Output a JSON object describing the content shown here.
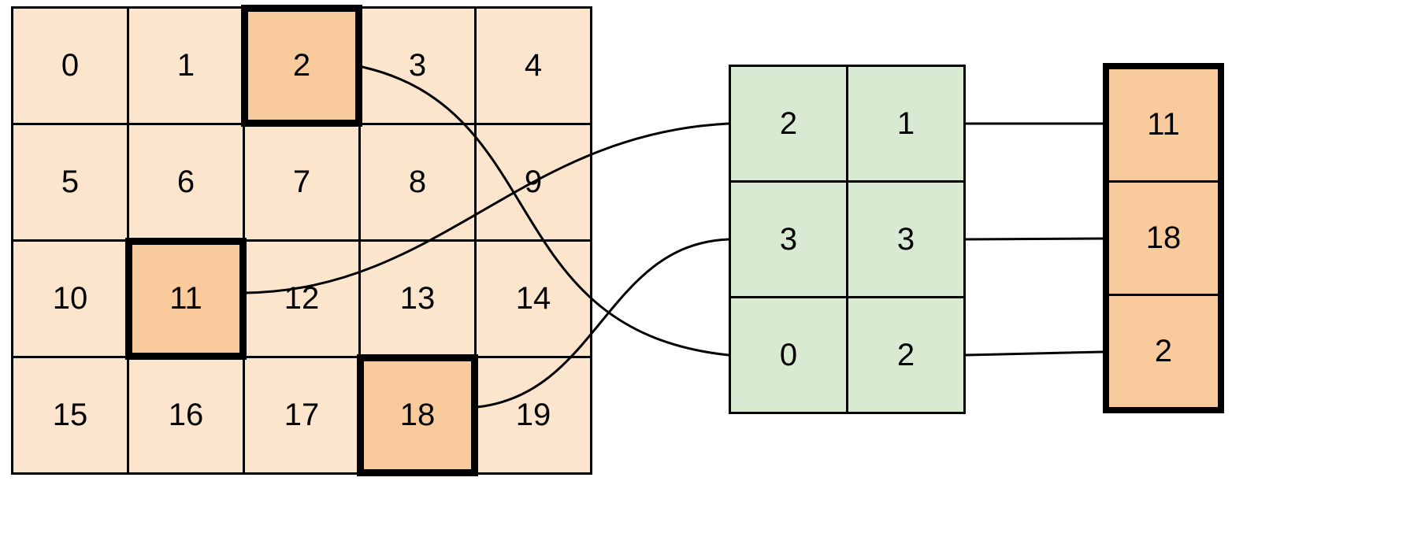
{
  "grid": {
    "rows": 4,
    "cols": 5,
    "cells": [
      0,
      1,
      2,
      3,
      4,
      5,
      6,
      7,
      8,
      9,
      10,
      11,
      12,
      13,
      14,
      15,
      16,
      17,
      18,
      19
    ],
    "highlighted": [
      2,
      11,
      18
    ],
    "cell_color": "#fce5cd",
    "highlight_color": "#f9cb9c"
  },
  "index_table": {
    "rows": [
      [
        2,
        1
      ],
      [
        3,
        3
      ],
      [
        0,
        2
      ]
    ],
    "cell_color": "#d9ead3"
  },
  "result_column": {
    "values": [
      11,
      18,
      2
    ],
    "cell_color": "#f9cb9c"
  },
  "colors": {
    "line": "#000000"
  }
}
